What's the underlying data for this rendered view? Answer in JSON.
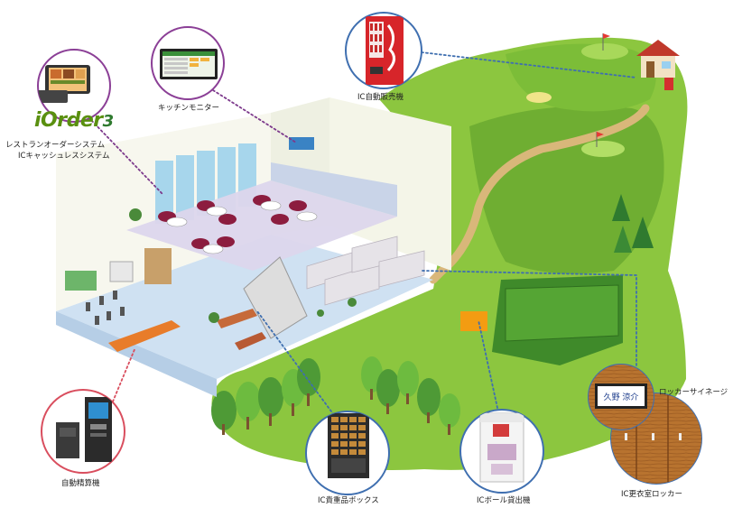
{
  "labels": {
    "iorder_logo": "iOrder",
    "iorder_logo_number": "3",
    "restaurant_system": "レストランオーダーシステム",
    "cashless_system": "ICキャッシュレスシステム",
    "kitchen_monitor": "キッチンモニター",
    "vending_machine": "IC自動販売機",
    "auto_checkout": "自動精算機",
    "valuables_box": "IC貴重品ボックス",
    "ball_dispenser": "ICボール貸出機",
    "locker_signage": "ロッカーサイネージ",
    "locker_room": "IC更衣室ロッカー",
    "name_plate": "久野 涼介"
  },
  "colors": {
    "grass_light": "#8cc63f",
    "grass_dark": "#5d9a2c",
    "building_floor": "#dce9f5",
    "callout_purple": "#8b3f96",
    "callout_blue": "#3f6fb0",
    "callout_red": "#d94e5e",
    "vending_red": "#d7252a",
    "path_sand": "#d9b77a"
  },
  "icons": [
    "restaurant-pos-icon",
    "kitchen-monitor-icon",
    "vending-machine-icon",
    "checkout-machine-icon",
    "valuables-box-icon",
    "ball-dispenser-icon",
    "locker-icon",
    "signage-icon",
    "tree-icon",
    "flag-icon",
    "clubhouse-icon"
  ]
}
